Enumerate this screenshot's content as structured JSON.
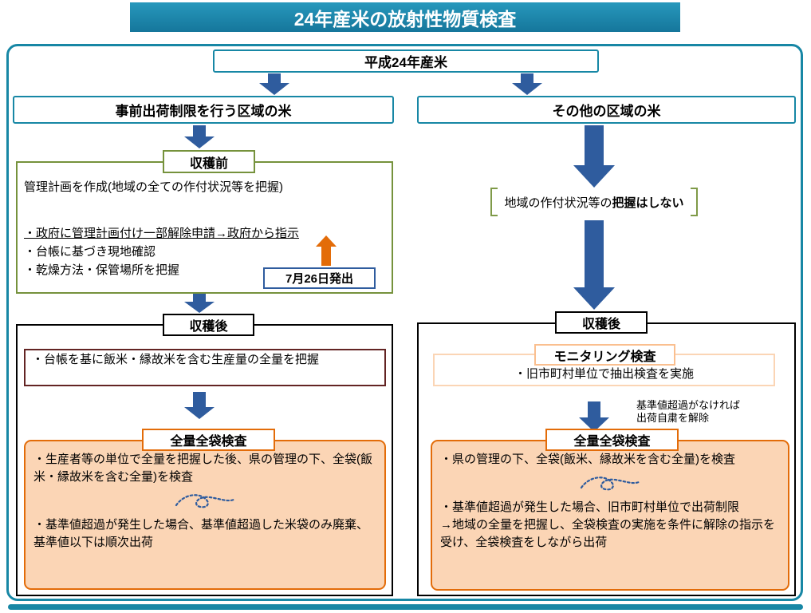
{
  "title": "24年産米の放射性物質検査",
  "root_label": "平成24年産米",
  "left": {
    "header": "事前出荷制限を行う区域の米",
    "pre_harvest": {
      "label": "収穫前",
      "heading": "管理計画を作成(地域の全ての作付状況等を把握)",
      "underlined_item": "・政府に管理計画付け一部解除申請→政府から指示",
      "items": [
        "・台帳に基づき現地確認",
        "・乾燥方法・保管場所を把握"
      ],
      "date_badge": "7月26日発出"
    },
    "post_harvest": {
      "label": "収穫後",
      "ledger_note": "・台帳を基に飯米・縁故米を含む生産量の全量を把握",
      "inspection": {
        "label": "全量全袋検査",
        "item1": "・生産者等の単位で全量を把握した後、県の管理の下、全袋(飯米・縁故米を含む全量)を検査",
        "item2": "・基準値超過が発生した場合、基準値超過した米袋のみ廃棄、基準値以下は順次出荷"
      }
    }
  },
  "right": {
    "header": "その他の区域の米",
    "no_survey_note_normal": "地域の作付状況等の",
    "no_survey_note_bold": "把握はしない",
    "post_harvest": {
      "label": "収穫後",
      "monitoring_label": "モニタリング検査",
      "monitoring_item": "・旧市町村単位で抽出検査を実施",
      "arrow_note_line1": "基準値超過がなければ",
      "arrow_note_line2": "出荷自粛を解除",
      "inspection": {
        "label": "全量全袋検査",
        "item1": "・県の管理の下、全袋(飯米、縁故米を含む全量)を検査",
        "item2": "・基準値超過が発生した場合、旧市町村単位で出荷制限",
        "item3": "→地域の全量を把握し、全袋検査の実施を条件に解除の指示を受け、全袋検査をしながら出荷"
      }
    }
  },
  "colors": {
    "teal": "#1787A5",
    "arrow_blue": "#2F5C9E",
    "orange": "#E36C09",
    "orange_fill": "#FBD5B5",
    "light_orange": "#FABF8F",
    "green": "#76923C",
    "bracket_green": "#7F9A48",
    "maroon": "#632423",
    "title_bg": "#1B85A8",
    "title_text": "#FFFFFF"
  }
}
